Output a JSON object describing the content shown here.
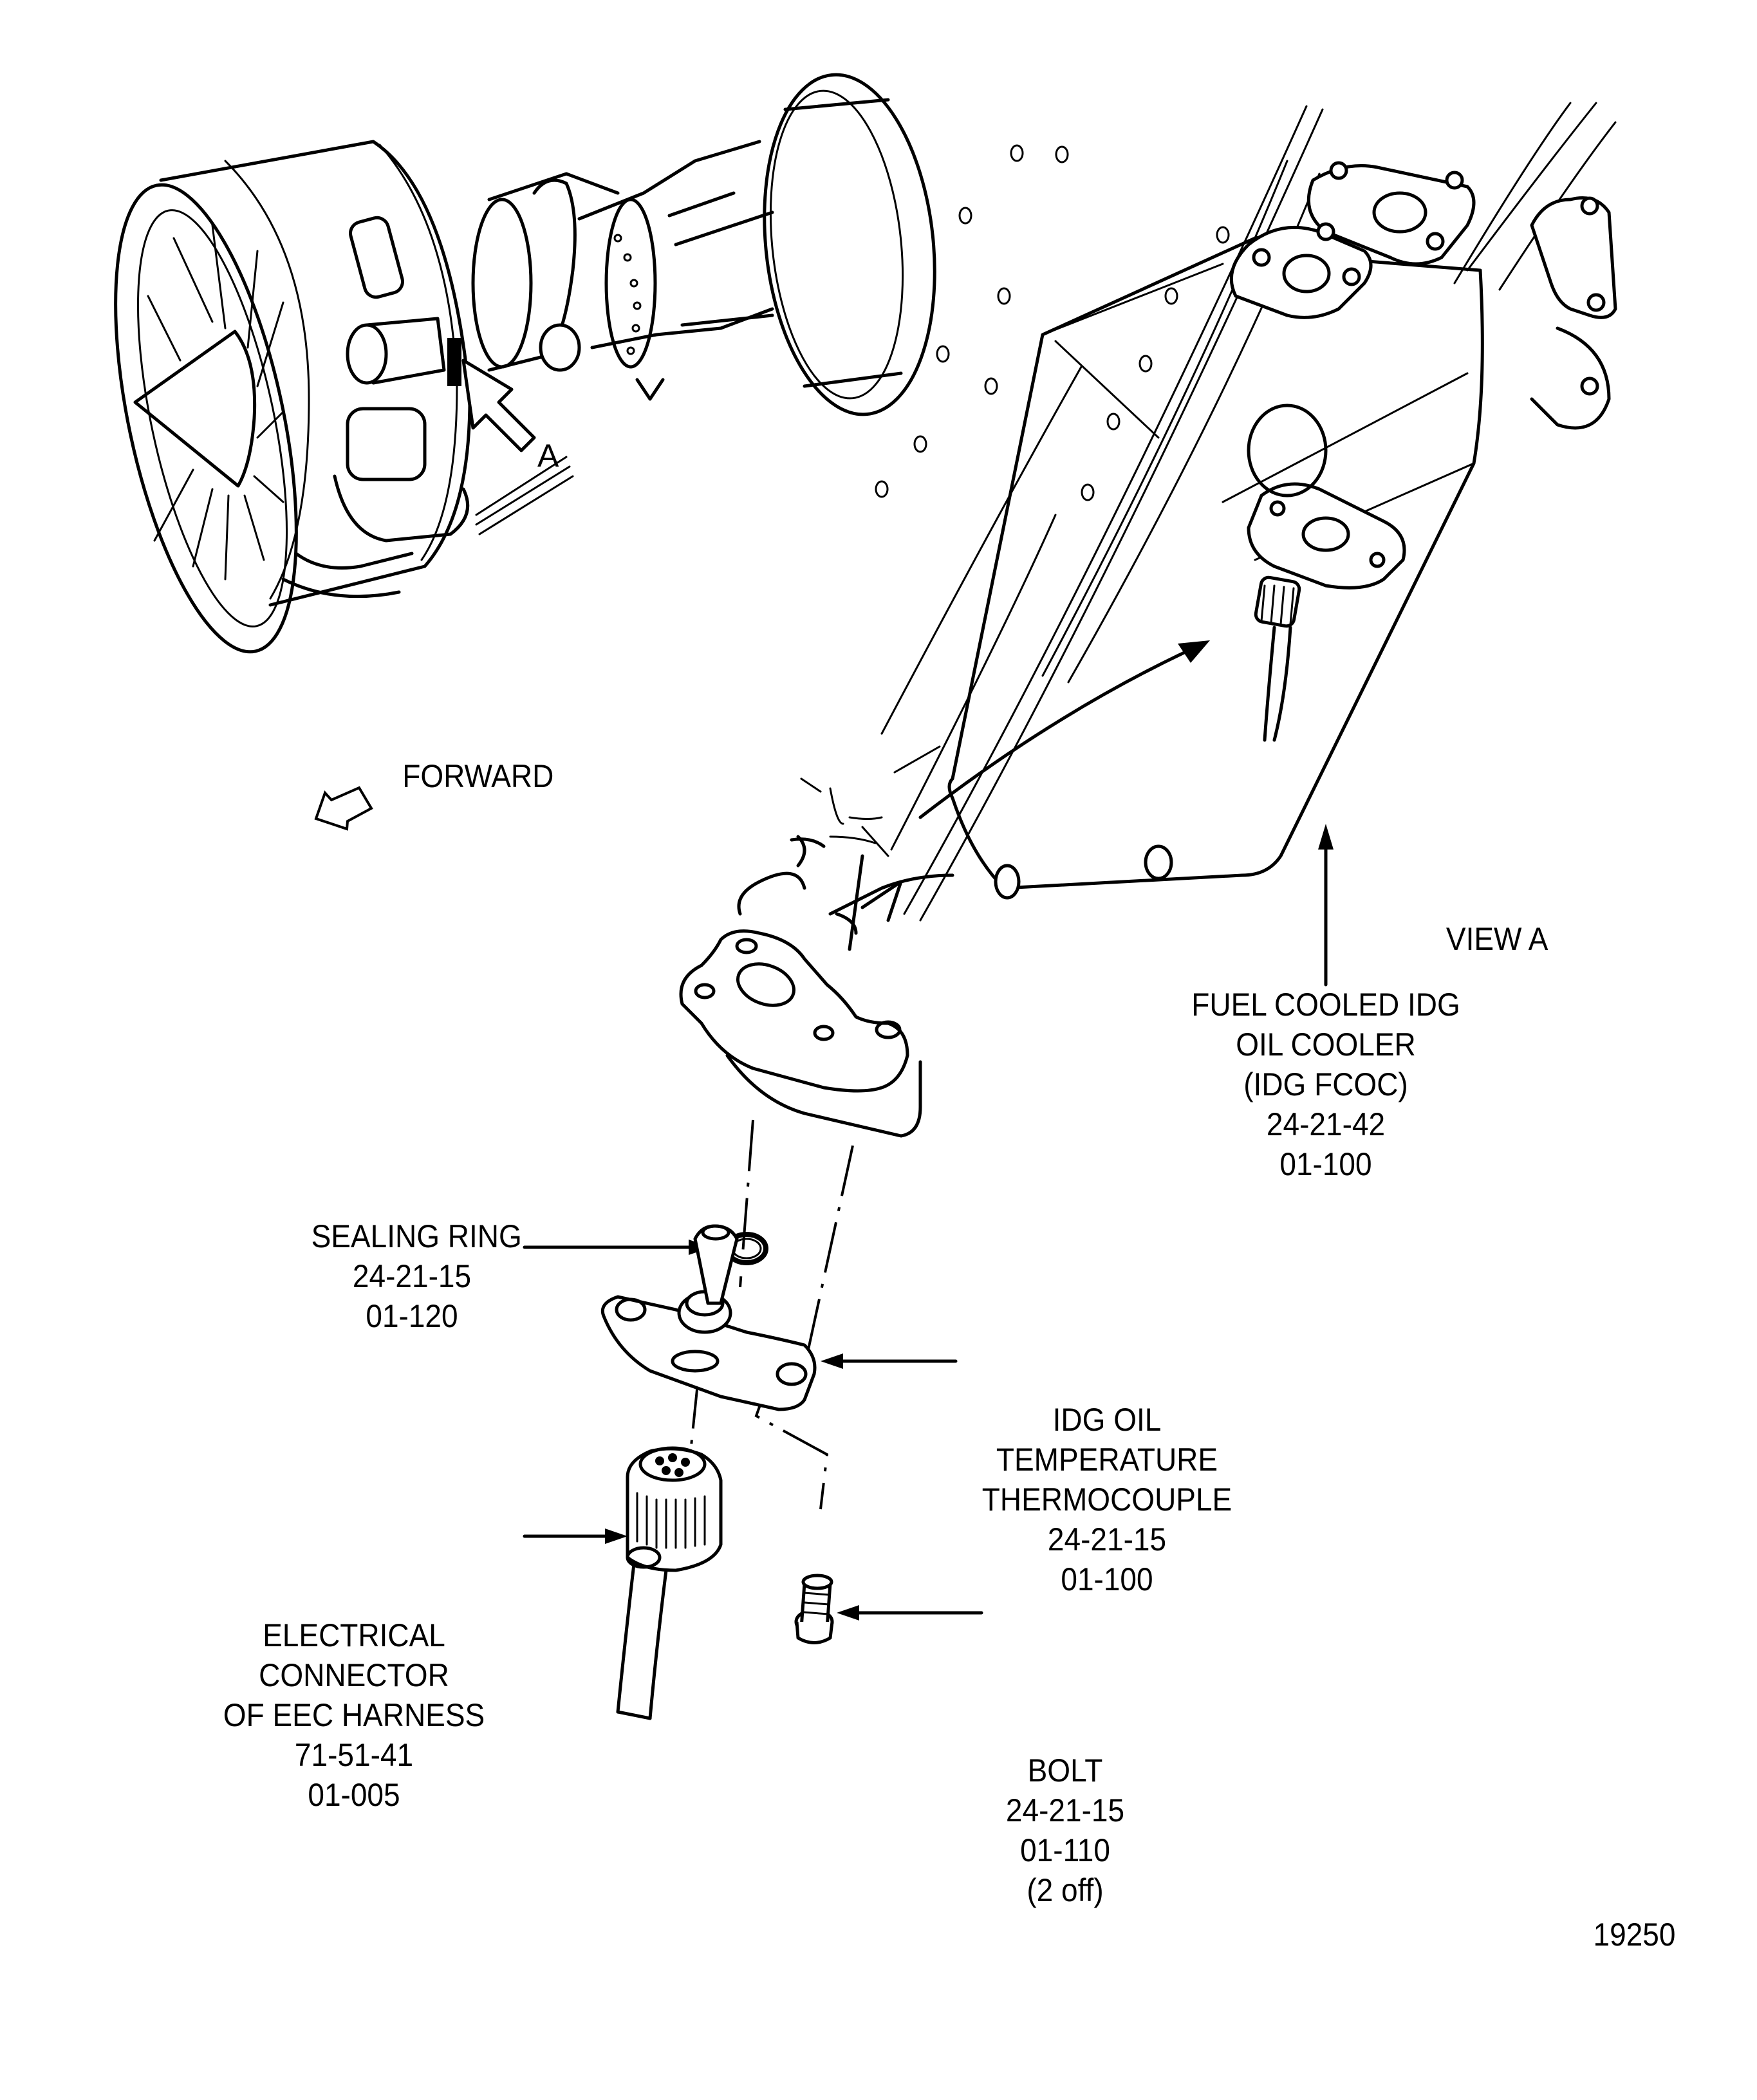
{
  "figure": {
    "figure_number": "19250",
    "view_label": "VIEW A",
    "view_marker": "A",
    "forward_label": "FORWARD"
  },
  "callouts": {
    "fuel_cooled_oil_cooler": {
      "lines": [
        "FUEL COOLED IDG",
        "OIL COOLER",
        "(IDG FCOC)",
        "24-21-42",
        "01-100"
      ]
    },
    "sealing_ring": {
      "lines": [
        "SEALING RING",
        "24-21-15",
        "01-120"
      ]
    },
    "thermocouple": {
      "lines": [
        "IDG OIL",
        "TEMPERATURE",
        "THERMOCOUPLE",
        "24-21-15",
        "01-100"
      ]
    },
    "electrical_connector": {
      "lines": [
        "ELECTRICAL",
        "CONNECTOR",
        "OF EEC HARNESS",
        "71-51-41",
        "01-005"
      ]
    },
    "bolt": {
      "lines": [
        "BOLT",
        "24-21-15",
        "01-110",
        "(2 off)"
      ]
    }
  },
  "icons": {
    "forward_arrow": "forward-direction-arrow-icon",
    "view_pointer": "view-a-pointer-arrow-icon"
  },
  "colors": {
    "line": "#000000",
    "background": "#ffffff"
  }
}
